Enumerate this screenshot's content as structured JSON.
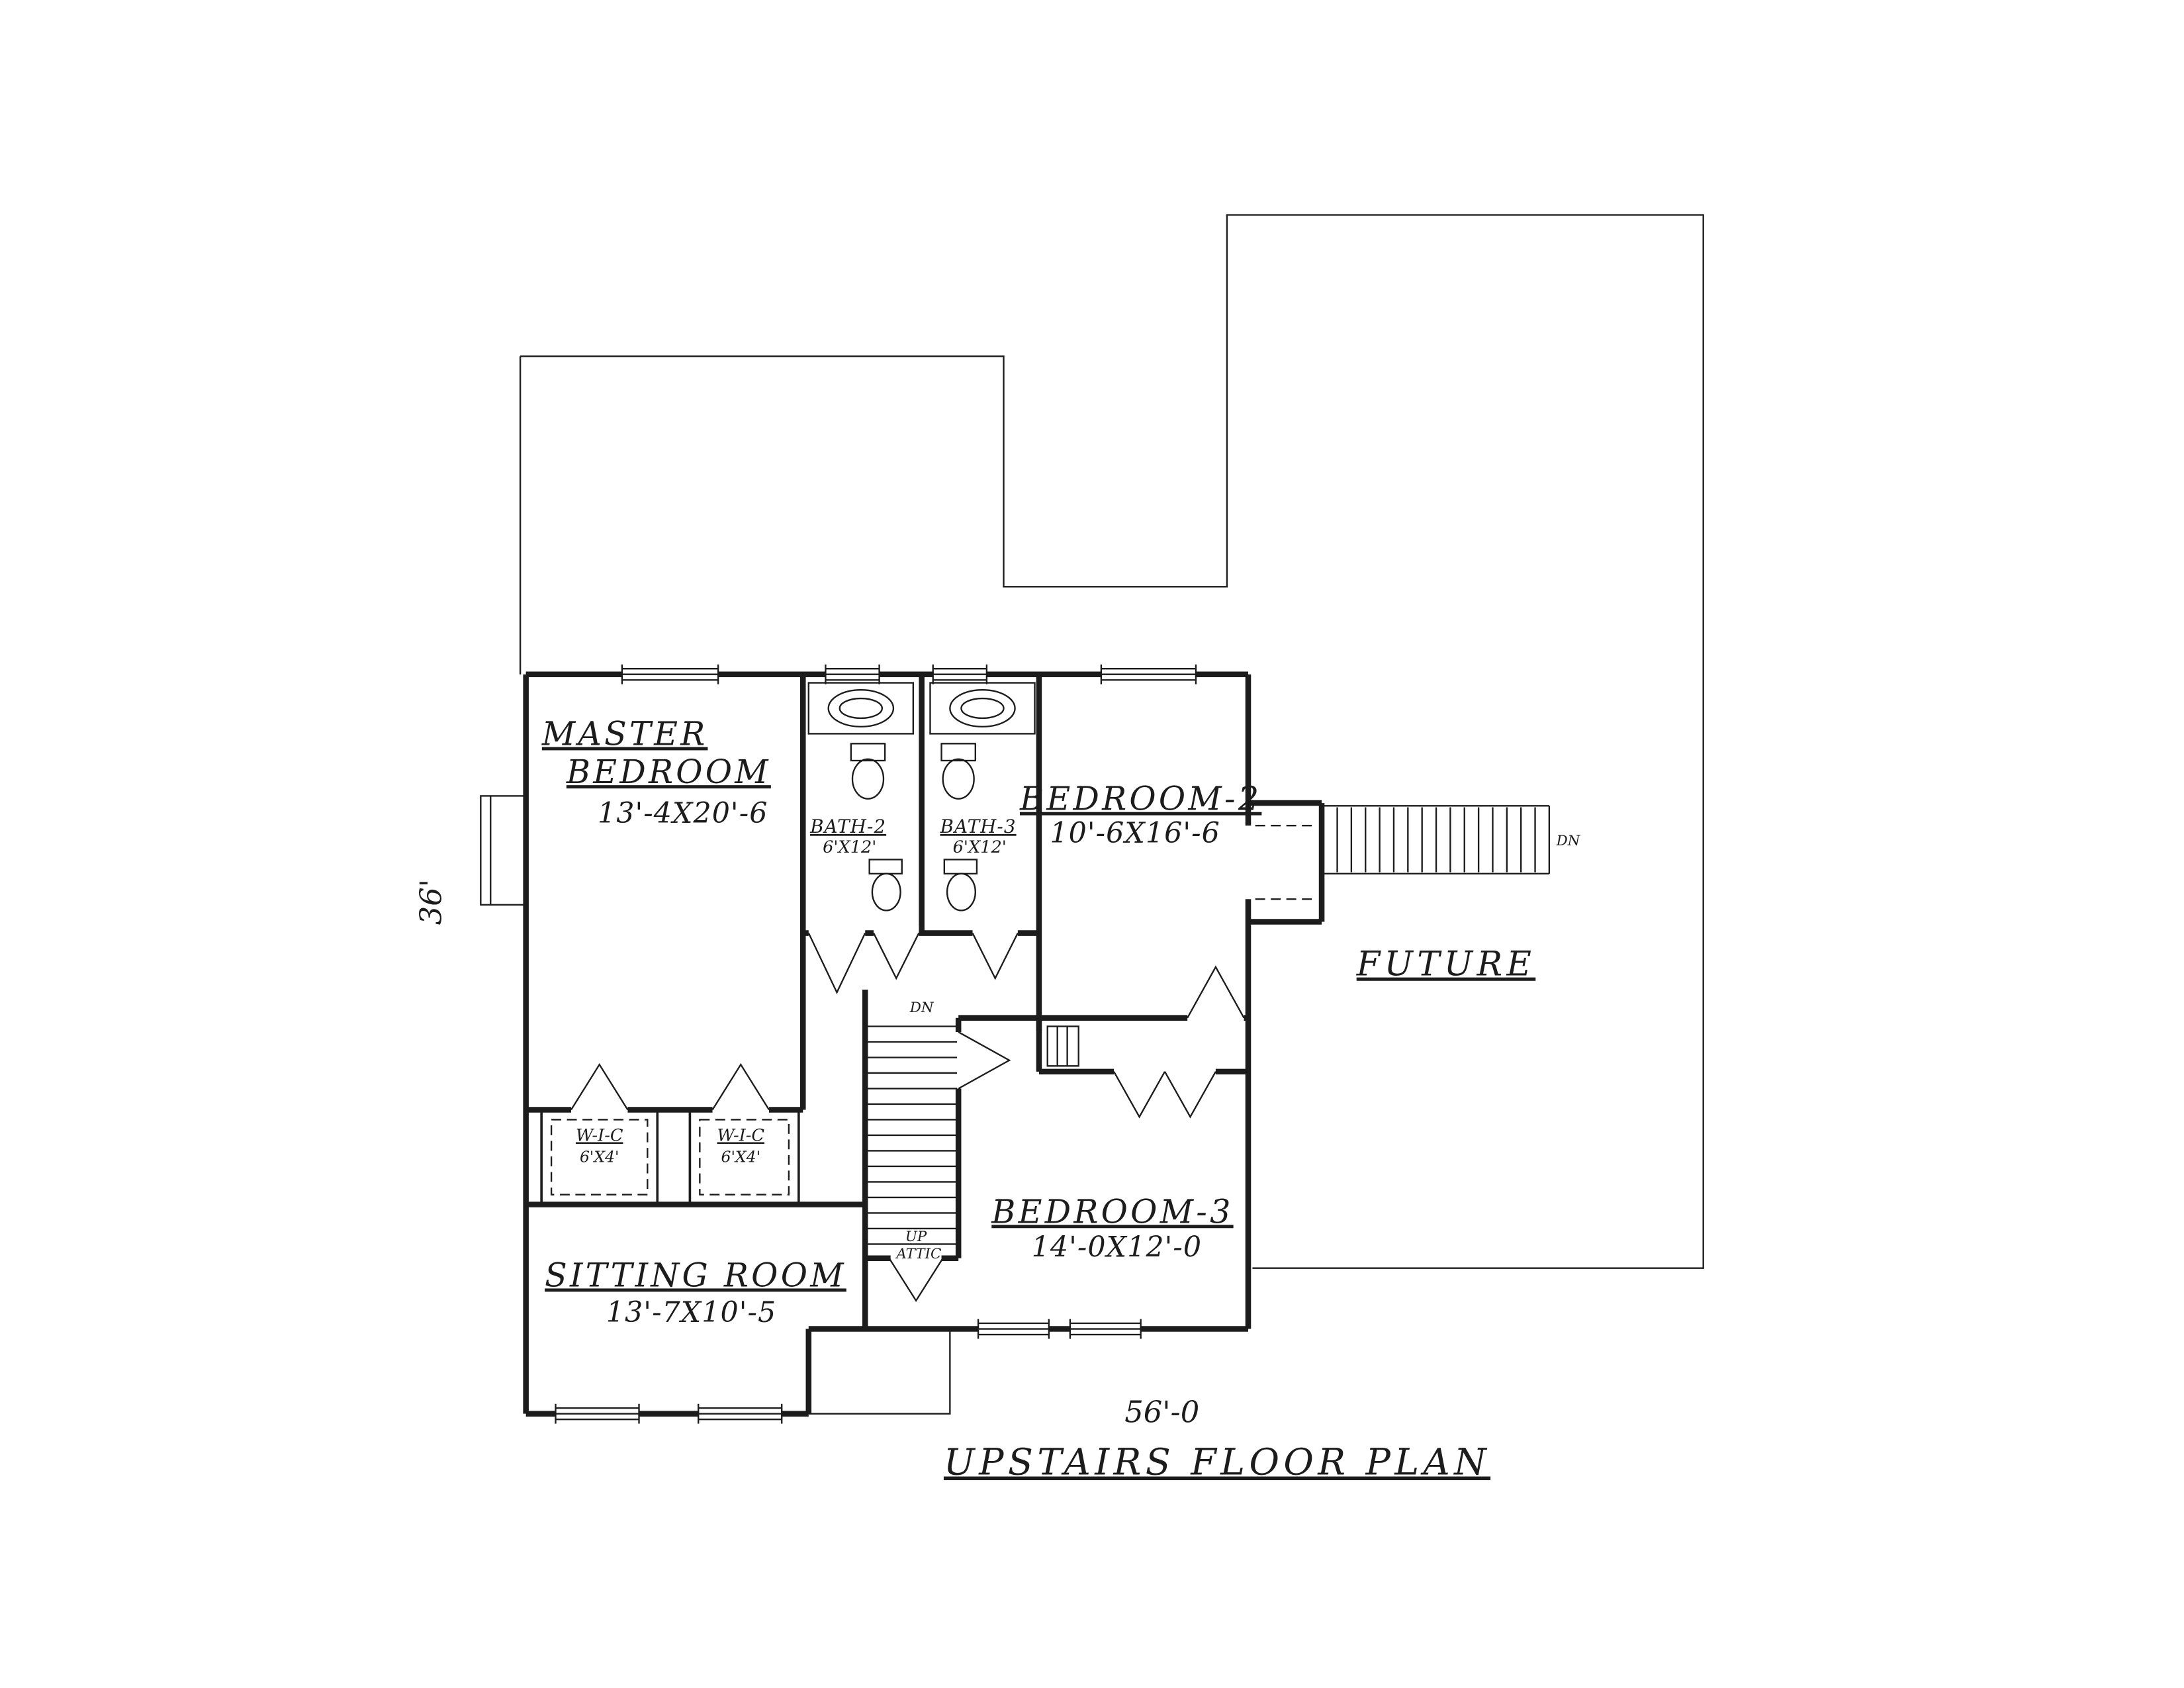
{
  "title": "UPSTAIRS FLOOR PLAN",
  "dimensions": {
    "overall_width": "56'-0",
    "overall_depth": "36'"
  },
  "rooms": {
    "master_bedroom": {
      "line1": "MASTER",
      "line2": "BEDROOM",
      "size": "13'-4X20'-6"
    },
    "bath_2": {
      "name": "BATH-2",
      "size": "6'X12'"
    },
    "bath_3": {
      "name": "BATH-3",
      "size": "6'X12'"
    },
    "bedroom_2": {
      "name": "BEDROOM-2",
      "size": "10'-6X16'-6"
    },
    "bedroom_3": {
      "name": "BEDROOM-3",
      "size": "14'-0X12'-0"
    },
    "sitting_room": {
      "name": "SITTING ROOM",
      "size": "13'-7X10'-5"
    },
    "wic_1": {
      "name": "W-I-C",
      "size": "6'X4'"
    },
    "wic_2": {
      "name": "W-I-C",
      "size": "6'X4'"
    },
    "future": {
      "name": "FUTURE"
    }
  },
  "stairs": {
    "dn_future": "DN",
    "dn_hall": "DN",
    "up": "UP",
    "attic": "ATTIC"
  },
  "colors": {
    "ink": "#1c1c1c",
    "paper": "#ffffff"
  }
}
